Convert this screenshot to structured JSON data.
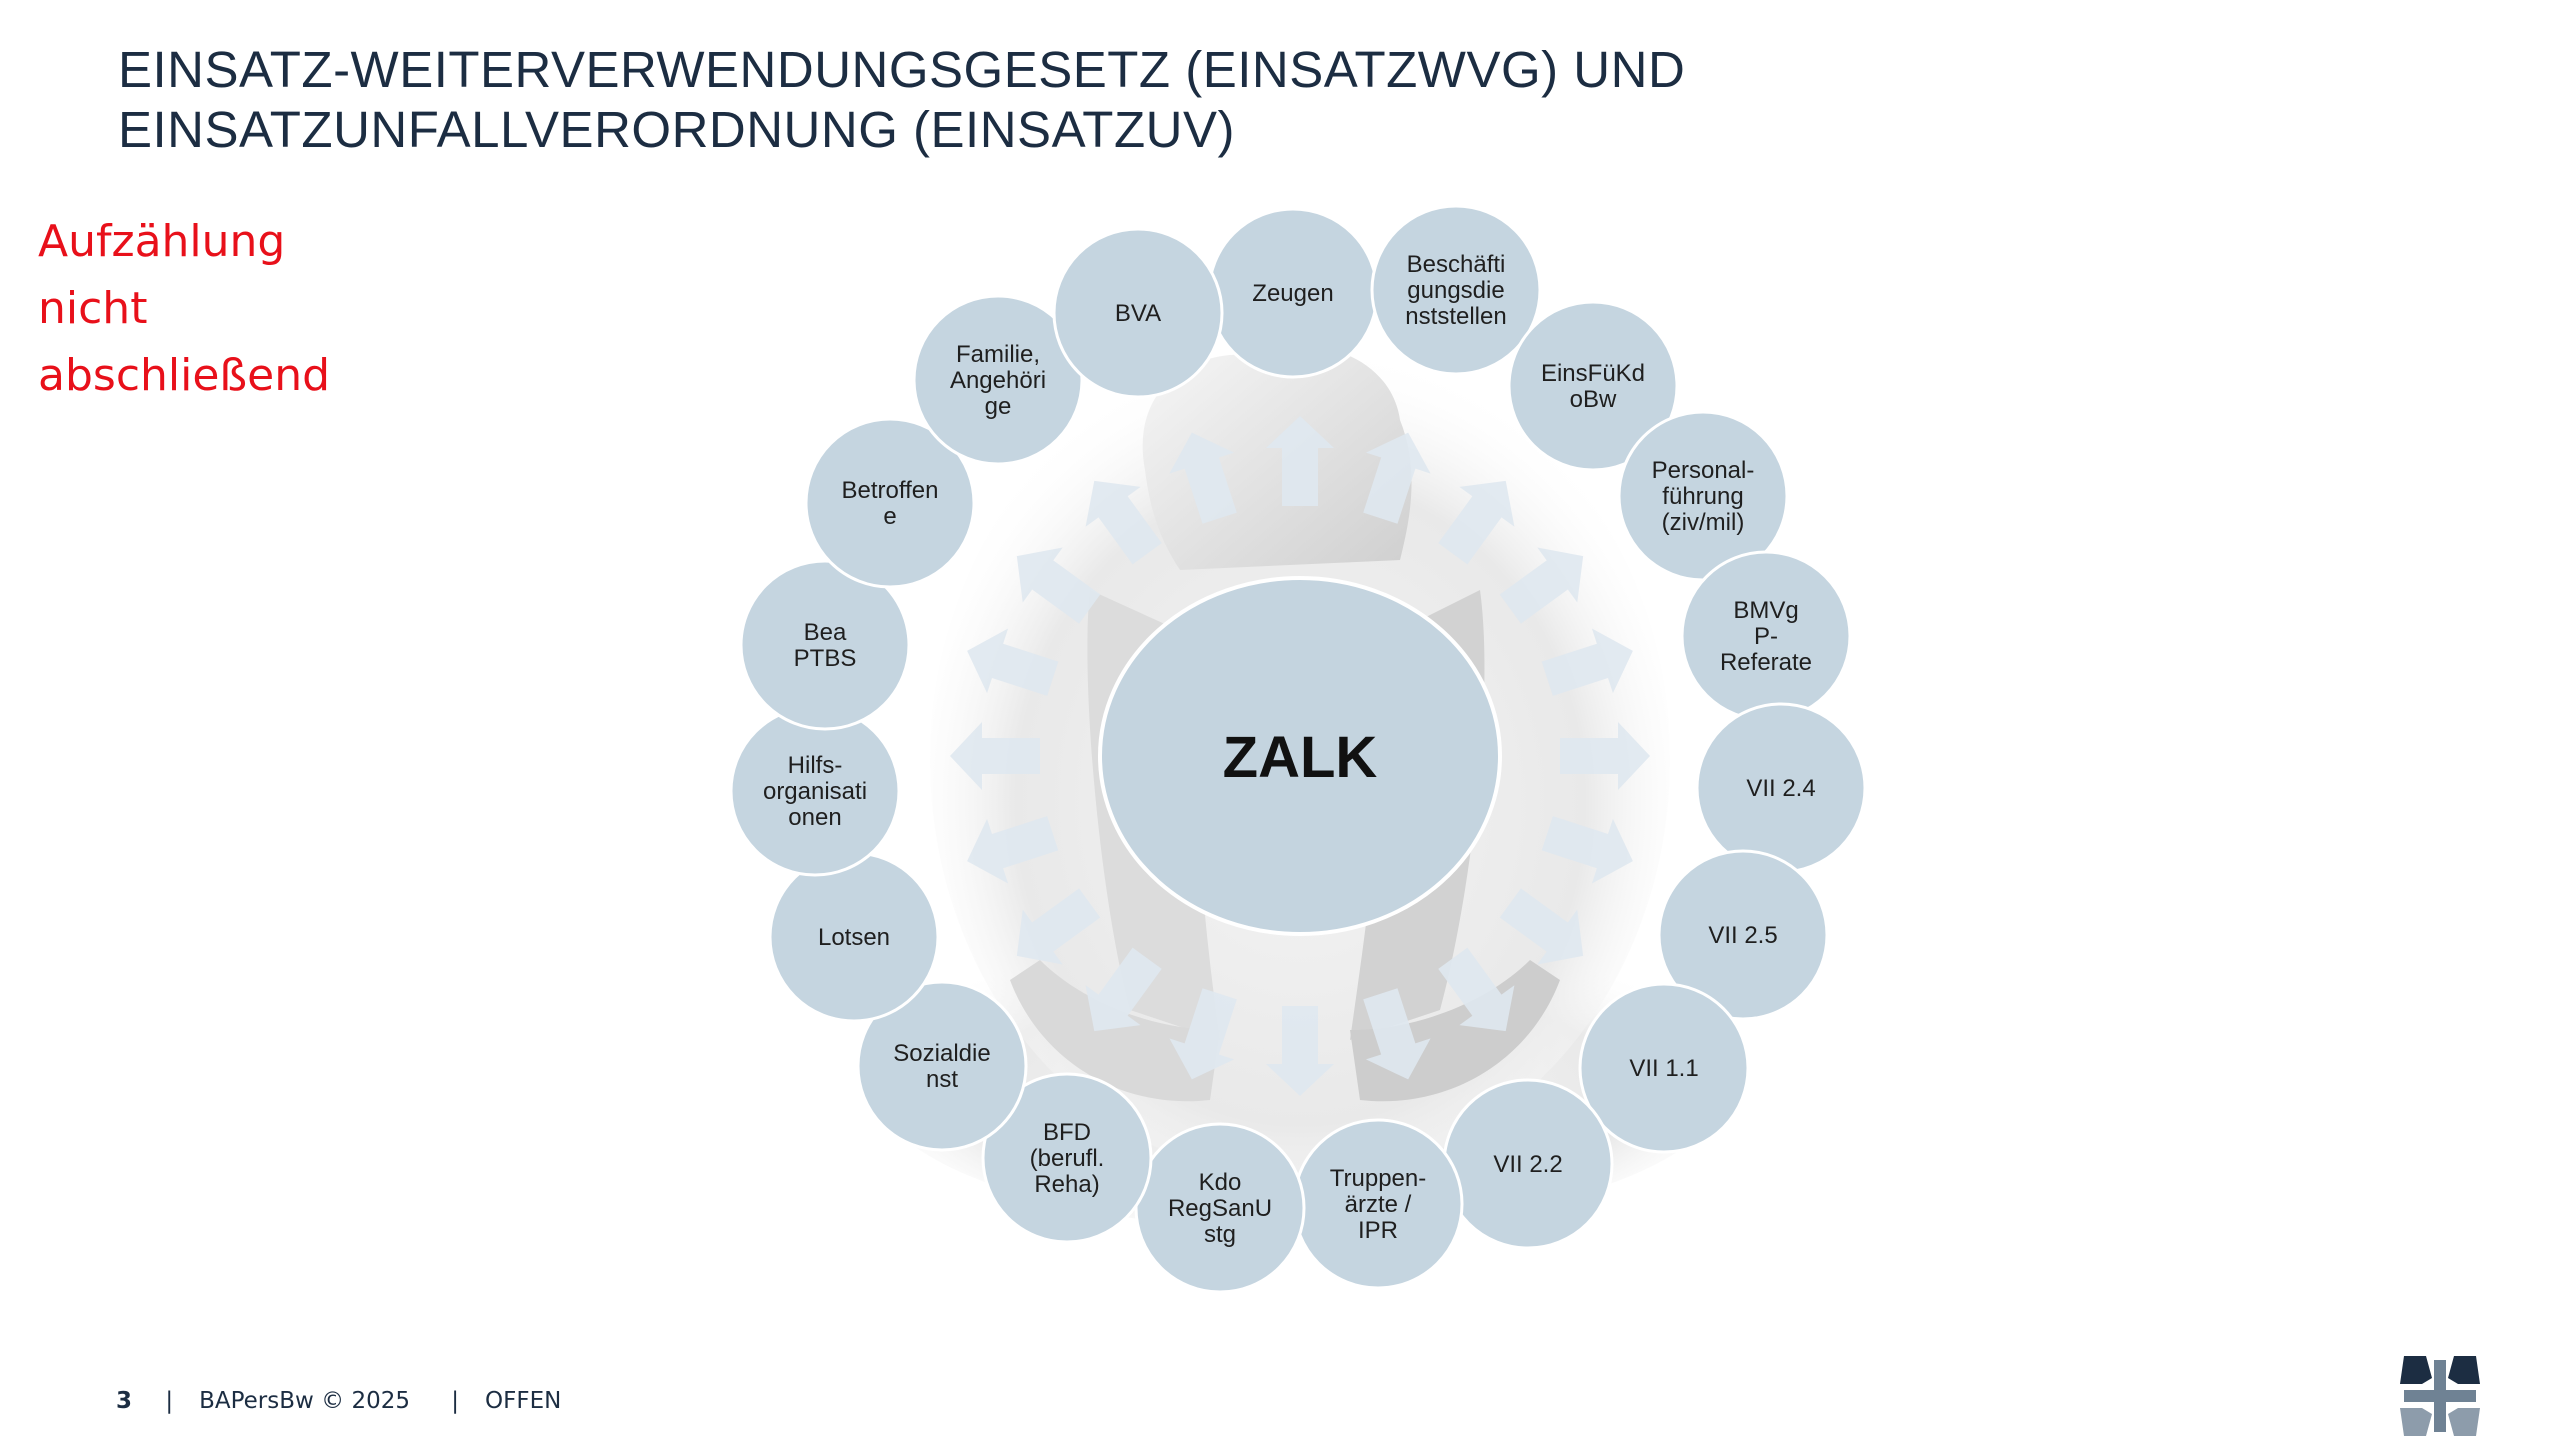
{
  "slide": {
    "title_lines": [
      "EINSATZ-WEITERVERWENDUNGSGESETZ (EINSATZWVG) UND",
      "EINSATZUNFALLVERORDNUNG (EINSATZUV)"
    ],
    "note_lines": [
      "Aufzählung",
      "nicht",
      "abschließend"
    ],
    "footer": {
      "page": "3",
      "separator": "|",
      "copyright": "BAPersBw © 2025",
      "classification": "OFFEN"
    }
  },
  "diagram": {
    "center_label": "ZALK",
    "nodes": [
      {
        "lines": [
          "Zeugen"
        ]
      },
      {
        "lines": [
          "Beschäfti",
          "gungsdie",
          "nststellen"
        ]
      },
      {
        "lines": [
          "EinsFüKd",
          "oBw"
        ]
      },
      {
        "lines": [
          "Personal-",
          "führung",
          "(ziv/mil)"
        ]
      },
      {
        "lines": [
          "BMVg",
          "P-",
          "Referate"
        ]
      },
      {
        "lines": [
          "VII 2.4"
        ]
      },
      {
        "lines": [
          "VII 2.5"
        ]
      },
      {
        "lines": [
          "VII 1.1"
        ]
      },
      {
        "lines": [
          "VII 2.2"
        ]
      },
      {
        "lines": [
          "Truppen-",
          "ärzte /",
          "IPR"
        ]
      },
      {
        "lines": [
          "Kdo",
          "RegSanU",
          "stg"
        ]
      },
      {
        "lines": [
          "BFD",
          "(berufl.",
          "Reha)"
        ]
      },
      {
        "lines": [
          "Sozialdie",
          "nst"
        ]
      },
      {
        "lines": [
          "Lotsen"
        ]
      },
      {
        "lines": [
          "Hilfs-",
          "organisati",
          "onen"
        ]
      },
      {
        "lines": [
          "Bea",
          "PTBS"
        ]
      },
      {
        "lines": [
          "Betroffen",
          "e"
        ]
      },
      {
        "lines": [
          "Familie,",
          "Angehöri",
          "ge"
        ]
      },
      {
        "lines": [
          "BVA"
        ]
      }
    ],
    "colors": {
      "bubble_fill": "#c5d5e0",
      "bubble_stroke": "#ffffff",
      "arrow_fill": "#dfe8ef",
      "center_fill": "#c4d4df",
      "text": "#1f1f1f"
    },
    "figure_icon": "sitting-person-image"
  }
}
